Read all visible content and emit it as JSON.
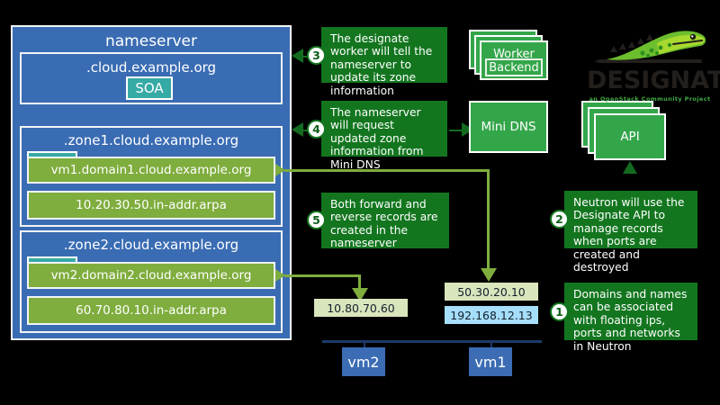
{
  "nameserver": {
    "title": "nameserver",
    "root_zone": {
      "label": ".cloud.example.org",
      "soa": "SOA"
    },
    "zones": [
      {
        "label": ".zone1.cloud.example.org",
        "records": [
          {
            "name": "vm1.domain1.cloud.example.org",
            "type": "forward"
          },
          {
            "name": "10.20.30.50.in-addr.arpa",
            "type": "reverse"
          }
        ]
      },
      {
        "label": ".zone2.cloud.example.org",
        "records": [
          {
            "name": "vm2.domain2.cloud.example.org",
            "type": "forward"
          },
          {
            "name": "60.70.80.10.in-addr.arpa",
            "type": "reverse"
          }
        ]
      }
    ]
  },
  "callouts": [
    {
      "number": "1",
      "text": "Domains and names can be associated with floating ips, ports and networks in Neutron"
    },
    {
      "number": "2",
      "text": "Neutron will use the Designate API to manage records when ports are created and destroyed"
    },
    {
      "number": "3",
      "text": "The designate worker will tell the nameserver to update its zone information"
    },
    {
      "number": "4",
      "text": "The nameserver will request updated zone information from Mini DNS"
    },
    {
      "number": "5",
      "text": "Both forward and reverse records are created in the nameserver"
    }
  ],
  "services": {
    "worker": {
      "label": "Worker",
      "sub_label": "Backend"
    },
    "minidns": {
      "label": "Mini DNS"
    },
    "api": {
      "label": "API"
    }
  },
  "logo": {
    "wordmark": "DESIGNATE",
    "tagline": "an OpenStack Community Project",
    "icon": "alligator-icon"
  },
  "instances": [
    {
      "name": "vm2",
      "ips": [
        {
          "value": "10.80.70.60",
          "kind": "floating"
        }
      ]
    },
    {
      "name": "vm1",
      "ips": [
        {
          "value": "50.30.20.10",
          "kind": "floating"
        },
        {
          "value": "192.168.12.13",
          "kind": "fixed"
        }
      ]
    }
  ],
  "colors": {
    "panel_blue": "#3a6cb3",
    "record_green": "#7fad3e",
    "teal": "#36aaa5",
    "callout_green": "#13761f",
    "service_green": "#34a64a",
    "ip_floating": "#d9e5bd",
    "ip_fixed": "#a6dffc",
    "net_bar": "#1b3a6b",
    "background": "#000000"
  }
}
